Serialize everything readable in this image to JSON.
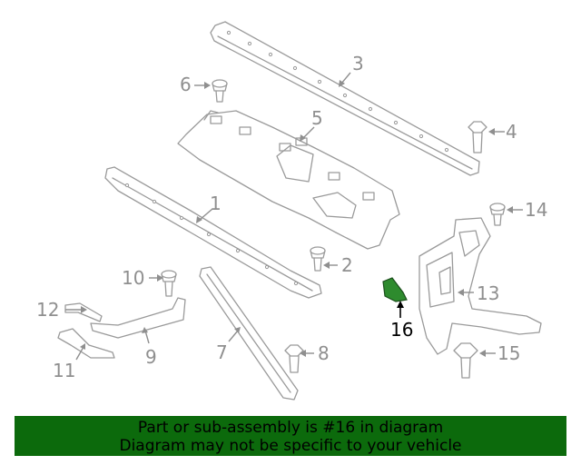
{
  "colors": {
    "line_art": "#9a9a9a",
    "highlight_part": "#2e8b2e",
    "banner_background": "#0c6a0c",
    "banner_text": "#000000"
  },
  "callouts": [
    {
      "id": "1",
      "label": "1"
    },
    {
      "id": "2",
      "label": "2"
    },
    {
      "id": "3",
      "label": "3"
    },
    {
      "id": "4",
      "label": "4"
    },
    {
      "id": "5",
      "label": "5"
    },
    {
      "id": "6",
      "label": "6"
    },
    {
      "id": "7",
      "label": "7"
    },
    {
      "id": "8",
      "label": "8"
    },
    {
      "id": "9",
      "label": "9"
    },
    {
      "id": "10",
      "label": "10"
    },
    {
      "id": "11",
      "label": "11"
    },
    {
      "id": "12",
      "label": "12"
    },
    {
      "id": "13",
      "label": "13"
    },
    {
      "id": "14",
      "label": "14"
    },
    {
      "id": "15",
      "label": "15"
    },
    {
      "id": "16",
      "label": "16"
    }
  ],
  "highlighted_callout": "16",
  "banner": {
    "line1": "Part or sub-assembly is #16 in diagram",
    "line2": "Diagram may not be specific to your vehicle"
  }
}
